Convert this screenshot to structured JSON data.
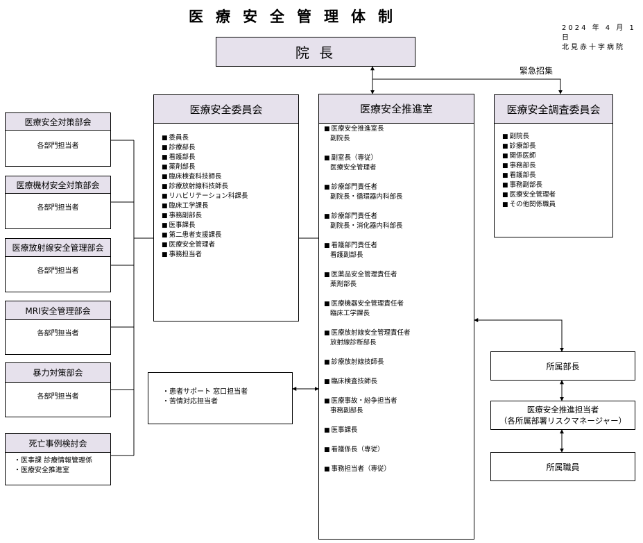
{
  "title": "医療安全管理体制",
  "date": "2024 年 4 月 1 日",
  "hospital": "北見赤十字病院",
  "director": "院 長",
  "emergency_label": "緊急招集",
  "committee": {
    "title": "医療安全委員会",
    "members": [
      "委員長",
      "診療部長",
      "看護部長",
      "薬剤部長",
      "臨床検査科技師長",
      "診療放射線科技師長",
      "リハビリテーション科課長",
      "臨床工学課長",
      "事務副部長",
      "医事課長",
      "第二患者支援課長",
      "医療安全管理者",
      "事務担当者"
    ]
  },
  "office": {
    "title": "医療安全推進室",
    "members": [
      {
        "t": "医療安全推進室長",
        "s": "副院長"
      },
      {
        "t": "副室長（専従）",
        "s": "医療安全管理者"
      },
      {
        "t": "診療部門責任者",
        "s": "副院長・循環器内科部長"
      },
      {
        "t": "診療部門責任者",
        "s": "副院長・消化器内科部長"
      },
      {
        "t": "看護部門責任者",
        "s": "看護副部長"
      },
      {
        "t": "医薬品安全管理責任者",
        "s": "薬剤部長"
      },
      {
        "t": "医療機器安全管理責任者",
        "s": "臨床工学課長"
      },
      {
        "t": "医療放射線安全管理責任者",
        "s": "放射線診断部長"
      },
      {
        "t": "診療放射線技師長",
        "s": ""
      },
      {
        "t": "臨床検査技師長",
        "s": ""
      },
      {
        "t": "医療事故・紛争担当者",
        "s": "事務副部長"
      },
      {
        "t": "医事課長",
        "s": ""
      },
      {
        "t": "看護係長（専従）",
        "s": ""
      },
      {
        "t": "事務担当者（専従）",
        "s": ""
      }
    ]
  },
  "investigation": {
    "title": "医療安全調査委員会",
    "members": [
      "副院長",
      "診療部長",
      "関係医師",
      "事務部長",
      "看護部長",
      "事務副部長",
      "医療安全管理者",
      "その他関係職員"
    ]
  },
  "subcommittees": [
    {
      "title": "医療安全対策部会",
      "body": "各部門担当者"
    },
    {
      "title": "医療機材安全対策部会",
      "body": "各部門担当者"
    },
    {
      "title": "医療放射線安全管理部会",
      "body": "各部門担当者"
    },
    {
      "title": "MRI安全管理部会",
      "body": "各部門担当者"
    },
    {
      "title": "暴力対策部会",
      "body": "各部門担当者"
    }
  ],
  "death_review": {
    "title": "死亡事例検討会",
    "items": [
      "医事課 診療情報管理係",
      "医療安全推進室"
    ]
  },
  "patient_support": {
    "items": [
      "患者サポート 窓口担当者",
      "苦情対応担当者"
    ]
  },
  "dept_head": "所属部長",
  "promoter": {
    "line1": "医療安全推進担当者",
    "line2": "（各所属部署リスクマネージャー）"
  },
  "staff": "所属職員"
}
